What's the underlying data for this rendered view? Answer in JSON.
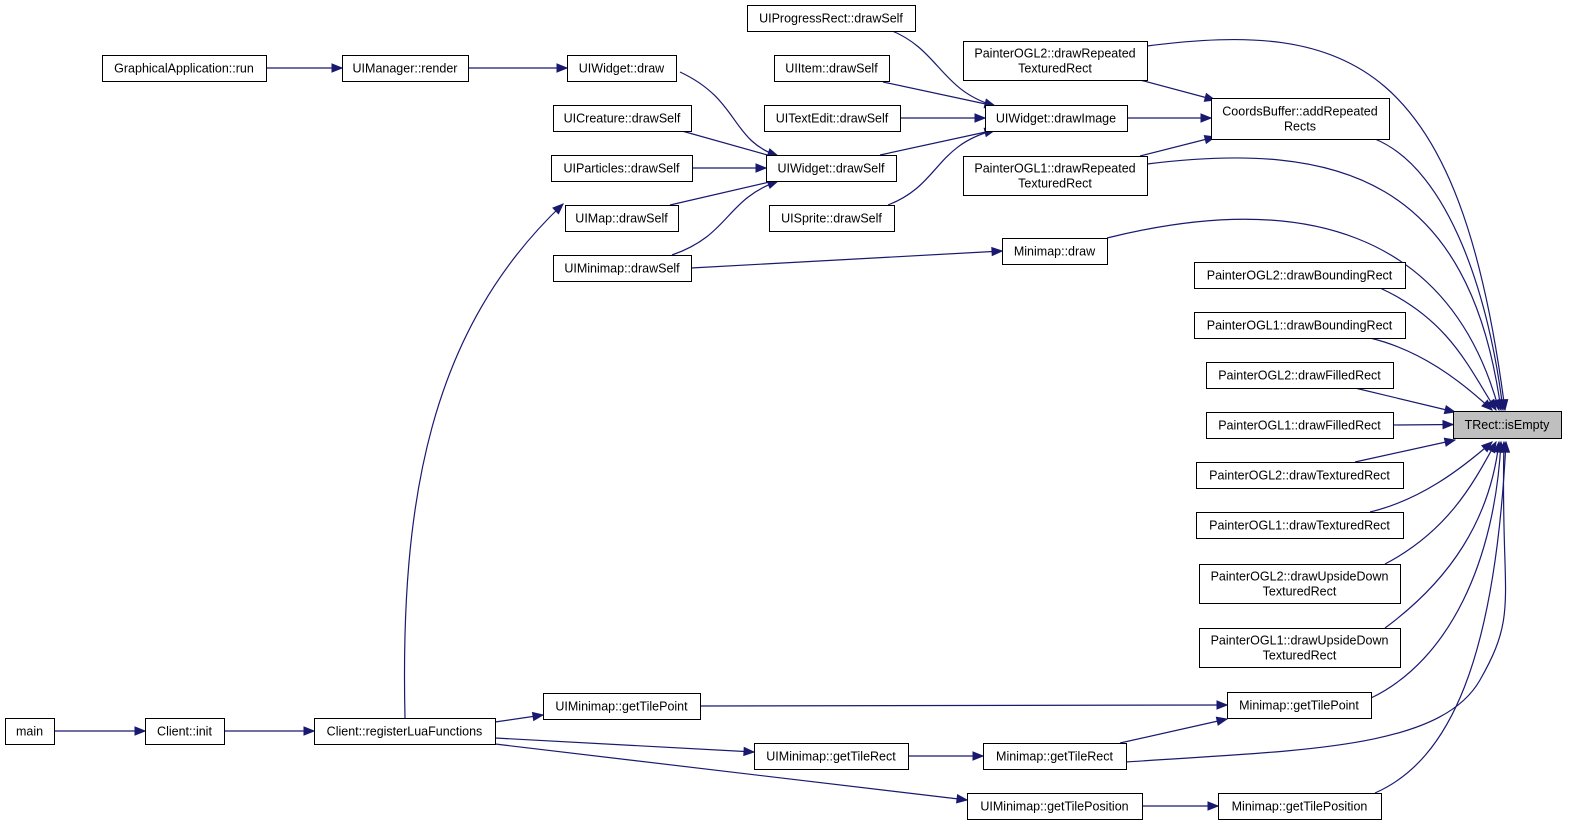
{
  "diagram": {
    "colors": {
      "edge": "#191970",
      "node_border": "#000000",
      "focus_fill": "#bfbfbf"
    },
    "nodes": [
      {
        "id": "trect_isempty",
        "lines": [
          "TRect::isEmpty"
        ],
        "focus": true
      },
      {
        "id": "graphicalapp_run",
        "lines": [
          "GraphicalApplication::run"
        ]
      },
      {
        "id": "uimanager_render",
        "lines": [
          "UIManager::render"
        ]
      },
      {
        "id": "uiwidget_draw",
        "lines": [
          "UIWidget::draw"
        ]
      },
      {
        "id": "uicreature_drawself",
        "lines": [
          "UICreature::drawSelf"
        ]
      },
      {
        "id": "uiparticles_drawself",
        "lines": [
          "UIParticles::drawSelf"
        ]
      },
      {
        "id": "uimap_drawself",
        "lines": [
          "UIMap::drawSelf"
        ]
      },
      {
        "id": "uiminimap_drawself",
        "lines": [
          "UIMinimap::drawSelf"
        ]
      },
      {
        "id": "uiwidget_drawself",
        "lines": [
          "UIWidget::drawSelf"
        ]
      },
      {
        "id": "uiprogressrect_drawself",
        "lines": [
          "UIProgressRect::drawSelf"
        ]
      },
      {
        "id": "uiitem_drawself",
        "lines": [
          "UIItem::drawSelf"
        ]
      },
      {
        "id": "uitextedit_drawself",
        "lines": [
          "UITextEdit::drawSelf"
        ]
      },
      {
        "id": "uisprite_drawself",
        "lines": [
          "UISprite::drawSelf"
        ]
      },
      {
        "id": "uiwidget_drawimage",
        "lines": [
          "UIWidget::drawImage"
        ]
      },
      {
        "id": "painterogl2_drawrepeated",
        "lines": [
          "PainterOGL2::drawRepeated",
          "TexturedRect"
        ]
      },
      {
        "id": "coordsbuffer_addrepeated",
        "lines": [
          "CoordsBuffer::addRepeated",
          "Rects"
        ]
      },
      {
        "id": "painterogl1_drawrepeated",
        "lines": [
          "PainterOGL1::drawRepeated",
          "TexturedRect"
        ]
      },
      {
        "id": "minimap_draw",
        "lines": [
          "Minimap::draw"
        ]
      },
      {
        "id": "painterogl2_drawbounding",
        "lines": [
          "PainterOGL2::drawBoundingRect"
        ]
      },
      {
        "id": "painterogl1_drawbounding",
        "lines": [
          "PainterOGL1::drawBoundingRect"
        ]
      },
      {
        "id": "painterogl2_drawfilled",
        "lines": [
          "PainterOGL2::drawFilledRect"
        ]
      },
      {
        "id": "painterogl1_drawfilled",
        "lines": [
          "PainterOGL1::drawFilledRect"
        ]
      },
      {
        "id": "painterogl2_drawtextured",
        "lines": [
          "PainterOGL2::drawTexturedRect"
        ]
      },
      {
        "id": "painterogl1_drawtextured",
        "lines": [
          "PainterOGL1::drawTexturedRect"
        ]
      },
      {
        "id": "painterogl2_drawupsidedown",
        "lines": [
          "PainterOGL2::drawUpsideDown",
          "TexturedRect"
        ]
      },
      {
        "id": "painterogl1_drawupsidedown",
        "lines": [
          "PainterOGL1::drawUpsideDown",
          "TexturedRect"
        ]
      },
      {
        "id": "main",
        "lines": [
          "main"
        ]
      },
      {
        "id": "client_init",
        "lines": [
          "Client::init"
        ]
      },
      {
        "id": "client_registerlua",
        "lines": [
          "Client::registerLuaFunctions"
        ]
      },
      {
        "id": "uiminimap_gettilepoint",
        "lines": [
          "UIMinimap::getTilePoint"
        ]
      },
      {
        "id": "uiminimap_gettilerect",
        "lines": [
          "UIMinimap::getTileRect"
        ]
      },
      {
        "id": "uiminimap_gettileposition",
        "lines": [
          "UIMinimap::getTilePosition"
        ]
      },
      {
        "id": "minimap_gettilepoint",
        "lines": [
          "Minimap::getTilePoint"
        ]
      },
      {
        "id": "minimap_gettilerect",
        "lines": [
          "Minimap::getTileRect"
        ]
      },
      {
        "id": "minimap_gettileposition",
        "lines": [
          "Minimap::getTilePosition"
        ]
      }
    ],
    "edges": [
      {
        "from": "graphicalapp_run",
        "to": "uimanager_render"
      },
      {
        "from": "uimanager_render",
        "to": "uiwidget_draw"
      },
      {
        "from": "uiwidget_draw",
        "to": "uiwidget_drawself"
      },
      {
        "from": "uicreature_drawself",
        "to": "uiwidget_drawself"
      },
      {
        "from": "uiparticles_drawself",
        "to": "uiwidget_drawself"
      },
      {
        "from": "uimap_drawself",
        "to": "uiwidget_drawself"
      },
      {
        "from": "uiminimap_drawself",
        "to": "uiwidget_drawself"
      },
      {
        "from": "uiwidget_drawself",
        "to": "uiwidget_drawimage"
      },
      {
        "from": "uiprogressrect_drawself",
        "to": "uiwidget_drawimage"
      },
      {
        "from": "uiitem_drawself",
        "to": "uiwidget_drawimage"
      },
      {
        "from": "uitextedit_drawself",
        "to": "uiwidget_drawimage"
      },
      {
        "from": "uisprite_drawself",
        "to": "uiwidget_drawimage"
      },
      {
        "from": "uiwidget_drawimage",
        "to": "coordsbuffer_addrepeated"
      },
      {
        "from": "painterogl2_drawrepeated",
        "to": "coordsbuffer_addrepeated"
      },
      {
        "from": "painterogl1_drawrepeated",
        "to": "coordsbuffer_addrepeated"
      },
      {
        "from": "uiminimap_drawself",
        "to": "minimap_draw"
      },
      {
        "from": "uiprogressrect_drawself",
        "to": "trect_isempty"
      },
      {
        "from": "painterogl2_drawrepeated",
        "to": "trect_isempty"
      },
      {
        "from": "coordsbuffer_addrepeated",
        "to": "trect_isempty"
      },
      {
        "from": "painterogl1_drawrepeated",
        "to": "trect_isempty"
      },
      {
        "from": "minimap_draw",
        "to": "trect_isempty"
      },
      {
        "from": "painterogl2_drawbounding",
        "to": "trect_isempty"
      },
      {
        "from": "painterogl1_drawbounding",
        "to": "trect_isempty"
      },
      {
        "from": "painterogl2_drawfilled",
        "to": "trect_isempty"
      },
      {
        "from": "painterogl1_drawfilled",
        "to": "trect_isempty"
      },
      {
        "from": "painterogl2_drawtextured",
        "to": "trect_isempty"
      },
      {
        "from": "painterogl1_drawtextured",
        "to": "trect_isempty"
      },
      {
        "from": "painterogl2_drawupsidedown",
        "to": "trect_isempty"
      },
      {
        "from": "painterogl1_drawupsidedown",
        "to": "trect_isempty"
      },
      {
        "from": "minimap_gettilepoint",
        "to": "trect_isempty"
      },
      {
        "from": "minimap_gettilerect",
        "to": "trect_isempty"
      },
      {
        "from": "minimap_gettileposition",
        "to": "trect_isempty"
      },
      {
        "from": "main",
        "to": "client_init"
      },
      {
        "from": "client_init",
        "to": "client_registerlua"
      },
      {
        "from": "client_registerlua",
        "to": "uimap_drawself"
      },
      {
        "from": "client_registerlua",
        "to": "uiminimap_gettilepoint"
      },
      {
        "from": "client_registerlua",
        "to": "uiminimap_gettilerect"
      },
      {
        "from": "client_registerlua",
        "to": "uiminimap_gettileposition"
      },
      {
        "from": "uiminimap_gettilepoint",
        "to": "minimap_gettilepoint"
      },
      {
        "from": "uiminimap_gettilerect",
        "to": "minimap_gettilerect"
      },
      {
        "from": "minimap_gettilerect",
        "to": "minimap_gettilepoint"
      },
      {
        "from": "uiminimap_gettileposition",
        "to": "minimap_gettileposition"
      }
    ]
  }
}
